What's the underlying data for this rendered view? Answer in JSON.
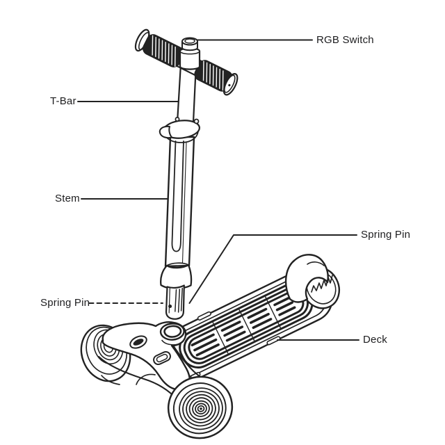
{
  "figure": {
    "type": "technical-line-diagram",
    "subject": "Kick scooter parts diagram",
    "background_color": "#ffffff",
    "line_color": "#222222",
    "text_color": "#1d1d1f"
  },
  "labels": {
    "rgb_switch": "RGB Switch",
    "t_bar": "T-Bar",
    "stem": "Stem",
    "spring_pin_upper": "Spring Pin",
    "spring_pin_lower": "Spring Pin",
    "deck": "Deck"
  },
  "callouts": [
    {
      "key": "rgb_switch",
      "text": "RGB Switch",
      "leader": "solid",
      "side": "right"
    },
    {
      "key": "t_bar",
      "text": "T-Bar",
      "leader": "solid",
      "side": "left"
    },
    {
      "key": "stem",
      "text": "Stem",
      "leader": "solid",
      "side": "left"
    },
    {
      "key": "spring_pin_upper",
      "text": "Spring Pin",
      "leader": "solid-angled",
      "side": "right"
    },
    {
      "key": "spring_pin_lower",
      "text": "Spring Pin",
      "leader": "dashed",
      "side": "left"
    },
    {
      "key": "deck",
      "text": "Deck",
      "leader": "solid",
      "side": "right"
    }
  ]
}
